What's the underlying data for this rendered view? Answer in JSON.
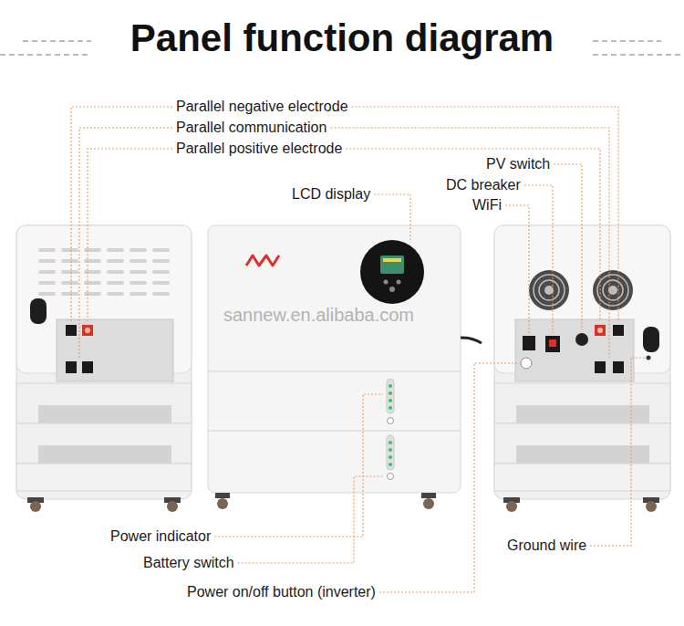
{
  "diagram": {
    "title": "Panel function diagram",
    "labels": [
      "Parallel negative electrode",
      "Parallel communication",
      "Parallel positive electrode",
      "PV switch",
      "DC breaker",
      "LCD display",
      "WiFi",
      "sannew.en.alibaba.com",
      "Power indicator",
      "Ground wire",
      "Battery switch",
      "Power on/off button (inverter)"
    ]
  }
}
